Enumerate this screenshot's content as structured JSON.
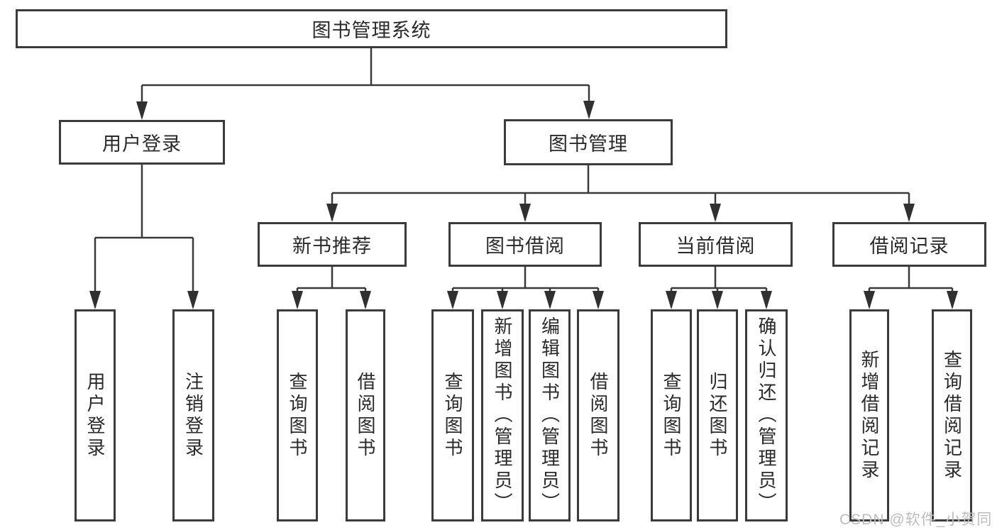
{
  "diagram": {
    "root": {
      "label": "图书管理系统"
    },
    "branches": [
      {
        "label": "用户登录",
        "children": [
          "用户登录",
          "注销登录"
        ]
      },
      {
        "label": "图书管理",
        "sections": [
          {
            "label": "新书推荐",
            "children": [
              "查询图书",
              "借阅图书"
            ]
          },
          {
            "label": "图书借阅",
            "children": [
              "查询图书",
              "新增图书（管理员）",
              "编辑图书（管理员）",
              "借阅图书"
            ]
          },
          {
            "label": "当前借阅",
            "children": [
              "查询图书",
              "归还图书",
              "确认归还（管理员）"
            ]
          },
          {
            "label": "借阅记录",
            "children": [
              "新增借阅记录",
              "查询借阅记录"
            ]
          }
        ]
      }
    ]
  },
  "watermark": "CSDN @软件_小贺同学",
  "colors": {
    "line": "#3a3a3a",
    "box_border": "#3b3b3b",
    "text": "#2a2a2a",
    "background": "#ffffff",
    "watermark": "#bdbdbd"
  }
}
